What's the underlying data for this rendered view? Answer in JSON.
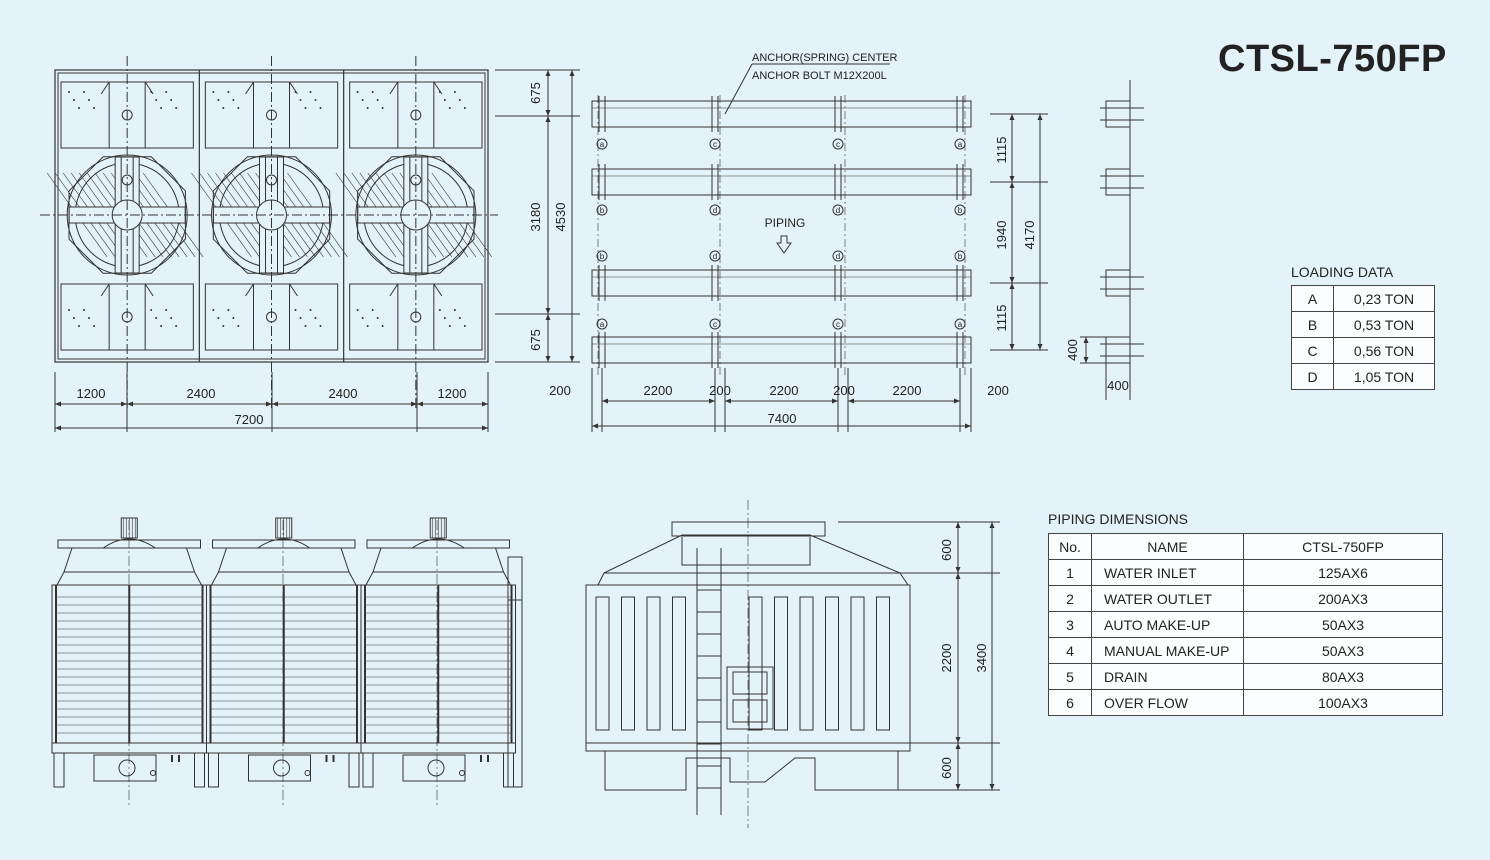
{
  "model": "CTSL-750FP",
  "plan_view": {
    "widths": [
      "1200",
      "2400",
      "2400",
      "1200"
    ],
    "total_width": "7200",
    "heights": [
      "675",
      "3180",
      "675"
    ],
    "total_height": "4530"
  },
  "anchor_view": {
    "notes": [
      "ANCHOR(SPRING) CENTER",
      "ANCHOR BOLT M12X200L"
    ],
    "widths": [
      "200",
      "2200",
      "200",
      "2200",
      "200",
      "2200",
      "200"
    ],
    "total_width": "7400",
    "heights": [
      "1115",
      "1940",
      "1115"
    ],
    "total_height": "4170",
    "piping_label": "PIPING",
    "point_rows": [
      [
        "a",
        "c",
        "c",
        "a"
      ],
      [
        "b",
        "d",
        "d",
        "b"
      ],
      [
        "b",
        "d",
        "d",
        "b"
      ],
      [
        "a",
        "c",
        "c",
        "a"
      ]
    ]
  },
  "side_detail": {
    "height": "400",
    "width": "400"
  },
  "elevation": {
    "heights": [
      "600",
      "2200",
      "600"
    ],
    "total_height": "3400"
  },
  "loading_data": {
    "title": "LOADING DATA",
    "rows": [
      {
        "point": "A",
        "load": "0,23 TON"
      },
      {
        "point": "B",
        "load": "0,53 TON"
      },
      {
        "point": "C",
        "load": "0,56 TON"
      },
      {
        "point": "D",
        "load": "1,05 TON"
      }
    ]
  },
  "piping_dimensions": {
    "title": "PIPING DIMENSIONS",
    "headers": {
      "no": "No.",
      "name": "NAME",
      "size": "CTSL-750FP"
    },
    "rows": [
      {
        "no": "1",
        "name": "WATER INLET",
        "size": "125AX6"
      },
      {
        "no": "2",
        "name": "WATER OUTLET",
        "size": "200AX3"
      },
      {
        "no": "3",
        "name": "AUTO MAKE-UP",
        "size": "50AX3"
      },
      {
        "no": "4",
        "name": "MANUAL MAKE-UP",
        "size": "50AX3"
      },
      {
        "no": "5",
        "name": "DRAIN",
        "size": "80AX3"
      },
      {
        "no": "6",
        "name": "OVER FLOW",
        "size": "100AX3"
      }
    ]
  }
}
